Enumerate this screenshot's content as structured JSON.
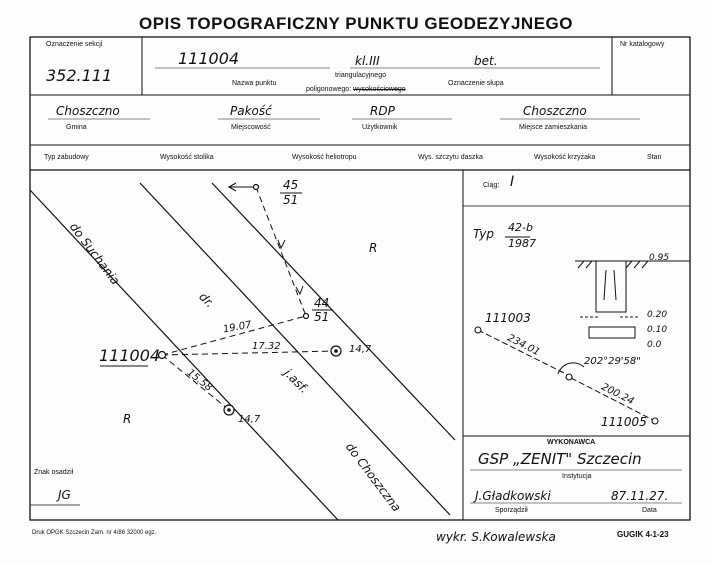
{
  "form": {
    "title": "OPIS TOPOGRAFICZNY PUNKTU GEODEZYJNEGO",
    "section_label": "Oznaczenie sekcji",
    "section_value": "352.111",
    "catalog_label": "Nr katalogowy",
    "point_number": "111004",
    "point_class": "kl.III",
    "point_material": "bet.",
    "point_name_label": "Nazwa punktu",
    "point_type_1": "triangulacyjnego",
    "point_type_2": "poligonowego:",
    "point_type_2b": "wysokościowego",
    "pillar_label": "Oznaczenie słupa"
  },
  "location": {
    "gmina_value": "Choszczno",
    "gmina_label": "Gmina",
    "miejscowosc_value": "Pakość",
    "miejscowosc_label": "Miejscowość",
    "user_value": "RDP",
    "user_label": "Użytkownik",
    "residence_value": "Choszczno",
    "residence_label": "Miejsce zamieszkania"
  },
  "columns": [
    "Typ zabudowy",
    "Wysokość stolika",
    "Wysokość heliotropu",
    "Wys. szczytu daszka",
    "Wysokość krzyżaka",
    "Stan"
  ],
  "sketch": {
    "road_top": "do Suchania",
    "road_label": "dr.",
    "asphalt": "j.asf.",
    "road_bottom": "do Choszczna",
    "r_upper": "R",
    "r_lower": "R",
    "pt_a_top": "45",
    "pt_a_bottom": "51",
    "pt_b_top": "44",
    "pt_b_bottom": "51",
    "main_point": "111004",
    "dist_1": "19.07",
    "dist_2": "17.32",
    "dist_3": "15.58",
    "mark_1": "14,7",
    "mark_2": "14,7",
    "sign_label": "Znak osadził",
    "sign_value": "JG"
  },
  "right_panel": {
    "ciag_label": "Ciąg:",
    "ciag_value": "I",
    "typ_label": "Typ",
    "typ_top": "42-b",
    "typ_bottom": "1987",
    "depth_top": "0.95",
    "depth_1": "0.20",
    "depth_2": "0.10",
    "depth_3": "0.0",
    "pt_left": "111003",
    "pt_right": "111005",
    "dist_left": "234.01",
    "dist_right": "200.24",
    "angle": "202°29'58\""
  },
  "executor": {
    "header": "WYKONAWCA",
    "company": "GSP „ZENIT\" Szczecin",
    "company_label": "Instytucja",
    "author": "J.Gładkowski",
    "date": "87.11.27.",
    "author_label": "Sporządził",
    "date_label": "Data"
  },
  "footer": {
    "print_info": "Druk OPGK Szczecin Zam. nr 4/86  32000 egz.",
    "drawn_by": "wykr. S.Kowalewska",
    "form_code": "GUGIK 4-1-23"
  }
}
